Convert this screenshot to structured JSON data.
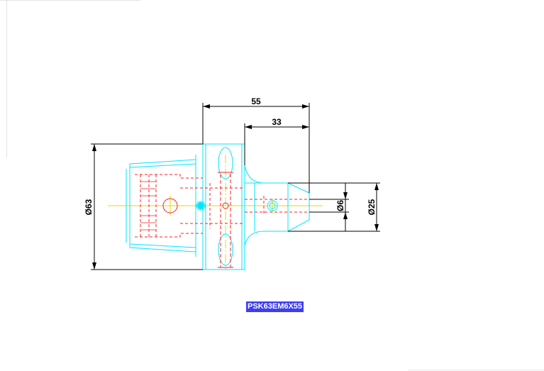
{
  "drawing": {
    "part_number": "PSK63EM6X55",
    "dimensions": {
      "overall_length": "55",
      "shank_length": "33",
      "flange_diameter": "Ø63",
      "bore_diameter": "Ø6",
      "shank_diameter": "Ø25"
    }
  },
  "colors": {
    "outline": "#00e5ff",
    "hidden": "#ff2020",
    "centerline": "#e6d800",
    "dimension": "#000000",
    "label_bg": "#3e3ef0",
    "label_text": "#ffffff"
  }
}
